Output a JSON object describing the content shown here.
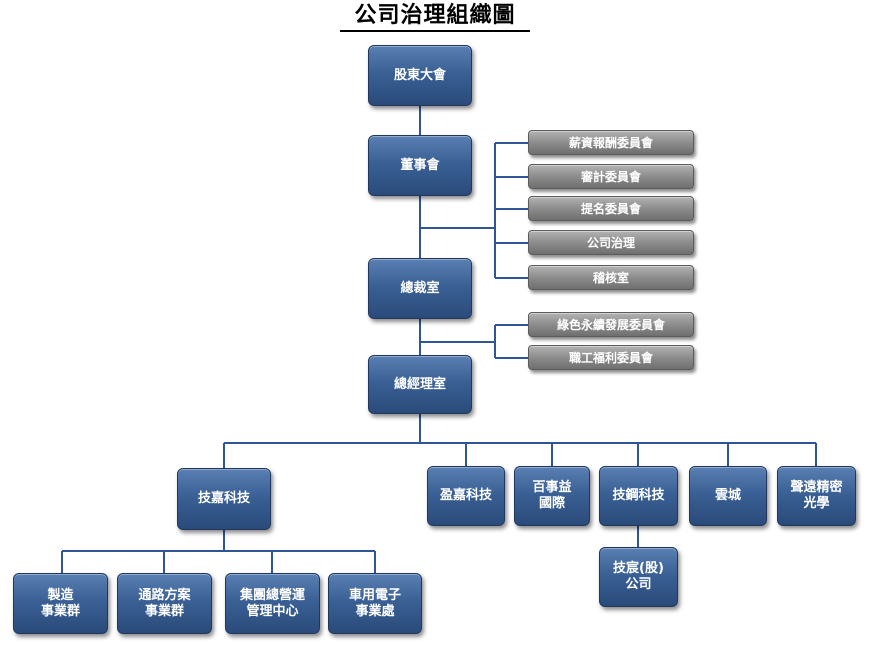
{
  "title": "公司治理組織圖",
  "nodes": {
    "shareholders": "股東大會",
    "board": "董事會",
    "president_office": "總裁室",
    "gm_office": "總經理室",
    "techjia": "技嘉科技",
    "yingjia": "盈嘉科技",
    "baishiyi": "百事益\n國際",
    "jigang": "技鋼科技",
    "yuncheng": "雲城",
    "shengyuan": "聲遠精密\n光學",
    "jichen": "技宸(股)\n公司",
    "manufacturing": "製造\n事業群",
    "channel": "通路方案\n事業群",
    "group_ops": "集團總營運\n管理中心",
    "automotive": "車用電子\n事業處"
  },
  "committees": {
    "remuneration": "薪資報酬委員會",
    "audit": "審計委員會",
    "nomination": "提名委員會",
    "governance": "公司治理",
    "internal_audit": "稽核室",
    "sustainability": "綠色永續發展委員會",
    "welfare": "職工福利委員會"
  },
  "colors": {
    "node_fill": "#3a6095",
    "node_border": "#20385e",
    "committee_fill": "#8c8c8c",
    "connector": "#2f5597"
  }
}
